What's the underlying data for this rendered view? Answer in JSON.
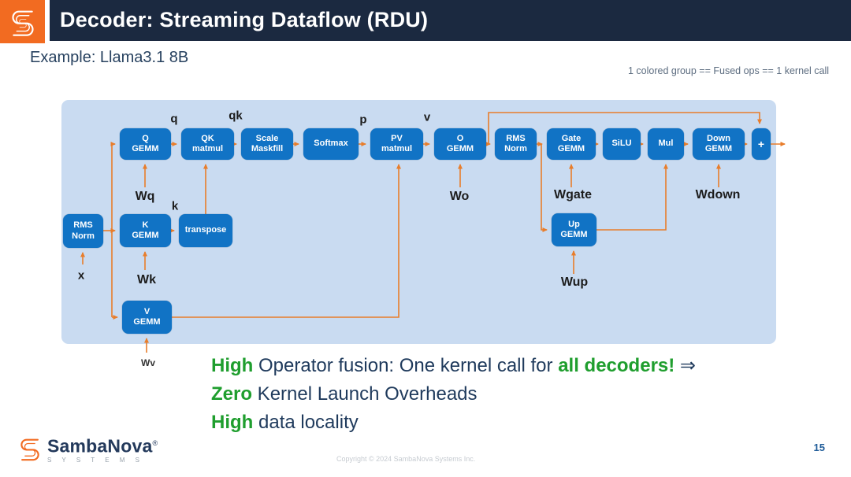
{
  "header": {
    "title": "Decoder: Streaming Dataflow (RDU)"
  },
  "subtitle": "Example: Llama3.1 8B",
  "legend": "1 colored group == Fused ops == 1 kernel call",
  "diagram": {
    "nodes": {
      "rms_norm_1": "RMS\nNorm",
      "q_gemm": "Q\nGEMM",
      "qk_matmul": "QK\nmatmul",
      "scale_maskfill": "Scale\nMaskfill",
      "softmax": "Softmax",
      "pv_matmul": "PV\nmatmul",
      "o_gemm": "O\nGEMM",
      "rms_norm_2": "RMS\nNorm",
      "gate_gemm": "Gate\nGEMM",
      "silu": "SiLU",
      "mul": "Mul",
      "down_gemm": "Down\nGEMM",
      "add": "+",
      "k_gemm": "K\nGEMM",
      "transpose": "transpose",
      "v_gemm": "V\nGEMM",
      "up_gemm": "Up\nGEMM"
    },
    "labels": {
      "q": "q",
      "qk": "qk",
      "p": "p",
      "v": "v",
      "k": "k",
      "x": "x",
      "wq": "Wq",
      "wk": "Wk",
      "wv": "Wv",
      "wo": "Wo",
      "wgate": "Wgate",
      "wdown": "Wdown",
      "wup": "Wup"
    },
    "colors": {
      "node_fill": "#1173c5",
      "panel_fill": "#c9dbf1",
      "arrow": "#e87d2b"
    }
  },
  "insights": {
    "line1": {
      "h1": "High",
      "t1": " Operator fusion: One kernel call for ",
      "h2": "all decoders!",
      "t2": " ⇒"
    },
    "line2": {
      "h1": "Zero",
      "t1": " Kernel Launch Overheads"
    },
    "line3": {
      "h1": "High",
      "t1": " data locality"
    }
  },
  "footer": {
    "brand": "SambaNova",
    "reg": "®",
    "brand_sub": "S Y S T E M S",
    "copyright": "Copyright © 2024 SambaNova Systems Inc.",
    "page": "15"
  }
}
